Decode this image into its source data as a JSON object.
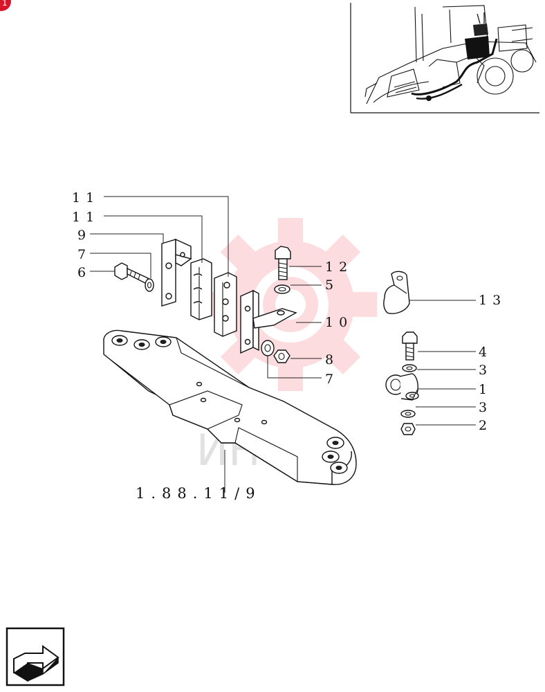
{
  "watermark": {
    "text": "ИНТЕХ",
    "color": "#ee2f3a"
  },
  "marker": {
    "color": "#d8152b"
  },
  "reference": "1.88.11/9",
  "callouts": [
    {
      "id": "c11a",
      "label": "11"
    },
    {
      "id": "c11b",
      "label": "11"
    },
    {
      "id": "c9",
      "label": "9"
    },
    {
      "id": "c7a",
      "label": "7"
    },
    {
      "id": "c6",
      "label": "6"
    },
    {
      "id": "c12",
      "label": "12"
    },
    {
      "id": "c5",
      "label": "5"
    },
    {
      "id": "c13",
      "label": "13"
    },
    {
      "id": "c10",
      "label": "10"
    },
    {
      "id": "c8",
      "label": "8"
    },
    {
      "id": "c7b",
      "label": "7"
    },
    {
      "id": "c4",
      "label": "4"
    },
    {
      "id": "c3a",
      "label": "3"
    },
    {
      "id": "c1",
      "label": "1"
    },
    {
      "id": "c3b",
      "label": "3"
    },
    {
      "id": "c2",
      "label": "2"
    }
  ],
  "nav": {
    "icon": "return-arrow-icon"
  }
}
